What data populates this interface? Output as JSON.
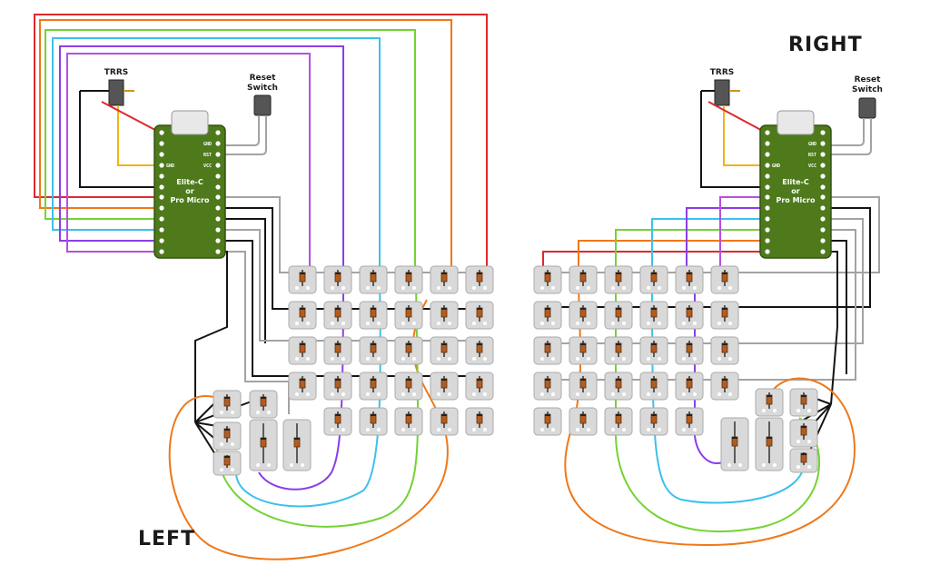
{
  "sides": {
    "left": {
      "title": "LEFT"
    },
    "right": {
      "title": "RIGHT"
    }
  },
  "trrs_label": "TRRS",
  "reset_label_line1": "Reset",
  "reset_label_line2": "Switch",
  "mcu": {
    "line1": "Elite-C",
    "line2": "or",
    "line3": "Pro Micro",
    "pin_gnd": "GND",
    "pin_rst": "RST",
    "pin_vcc": "VCC"
  },
  "matrix": {
    "rows": 4,
    "cols": 6,
    "bottom_row_keys": 5,
    "thumb_keys": 6
  },
  "colors": {
    "pcb": "#4e7a1c",
    "key": "#d9d9d9",
    "key_outline": "#aaaaaa",
    "diode": "#b35c1e",
    "wire_red": "#e0282b",
    "wire_orange": "#f07818",
    "wire_green": "#74d234",
    "wire_blue": "#3cc0ec",
    "wire_purple": "#8a3ee8",
    "wire_magenta": "#b84ee0",
    "wire_gray": "#a3a3a3",
    "wire_black": "#141414",
    "wire_yellow": "#f0b418"
  }
}
